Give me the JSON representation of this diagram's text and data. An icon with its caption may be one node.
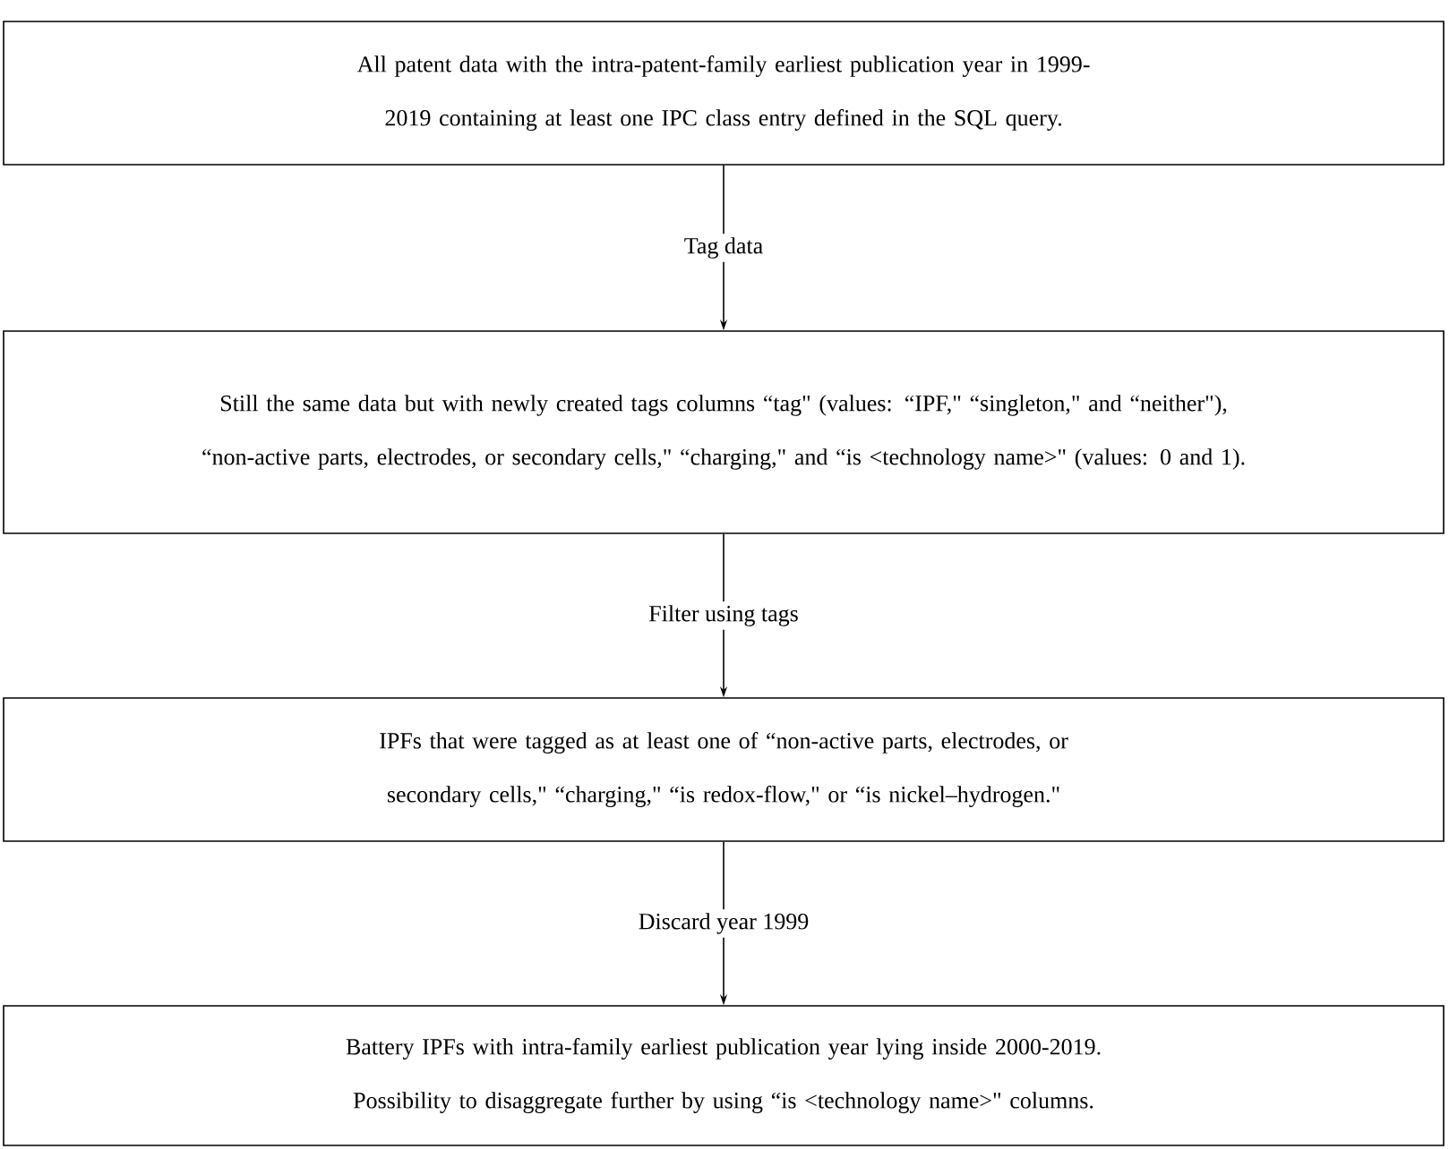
{
  "diagram": {
    "nodes": [
      {
        "text": [
          "All patent data with the intra-patent-family earliest publication year in 1999-2019 containing at least one IPC class entry defined in the SQL query."
        ]
      },
      {
        "text": [
          "Still the same data but with newly created tags columns “tag\" (values: “IPF,\" “singleton,\" and “neither\"), “non-active parts, electrodes, or secondary cells,\" “charging,\" and “is <technology name>\" (values: 0 and 1)."
        ]
      },
      {
        "text": [
          "IPFs that were tagged as at least one of “non-active parts, electrodes, or secondary cells,\" “charging,\" “is redox-flow,\" or “is nickel–hydrogen.\""
        ]
      },
      {
        "text": [
          "Battery IPFs with intra-family earliest publication year lying inside 2000-2019. Possibility to disaggregate further by using “is <technology name>\" columns."
        ]
      }
    ],
    "edges": [
      {
        "from": 0,
        "to": 1,
        "arrow": "to",
        "label": "Tag data"
      },
      {
        "from": 1,
        "to": 2,
        "arrow": "to",
        "label": "Filter using tags"
      },
      {
        "from": 2,
        "to": 3,
        "arrow": "to",
        "label": "Discard year 1999"
      }
    ]
  }
}
